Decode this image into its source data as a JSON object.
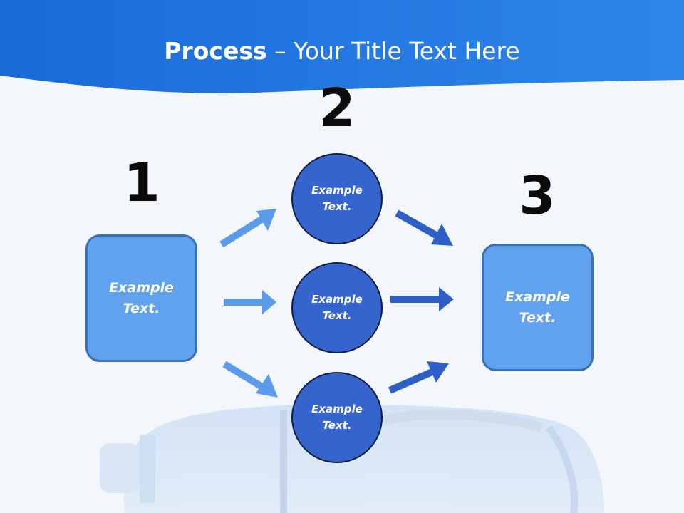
{
  "title": {
    "bold": "Process",
    "rest": " – Your Title Text Here"
  },
  "numbers": {
    "step1": "1",
    "step2": "2",
    "step3": "3"
  },
  "nodes": {
    "left_box": "Example Text.",
    "circle_top": "Example Text.",
    "circle_middle": "Example Text.",
    "circle_bottom": "Example Text.",
    "right_box": "Example Text."
  },
  "colors": {
    "header_blue": "#1669d9",
    "box_fill": "#60a2ee",
    "circle_fill": "#3565cc",
    "arrow_light": "#5b9bea",
    "arrow_dark": "#2d5fc6"
  }
}
